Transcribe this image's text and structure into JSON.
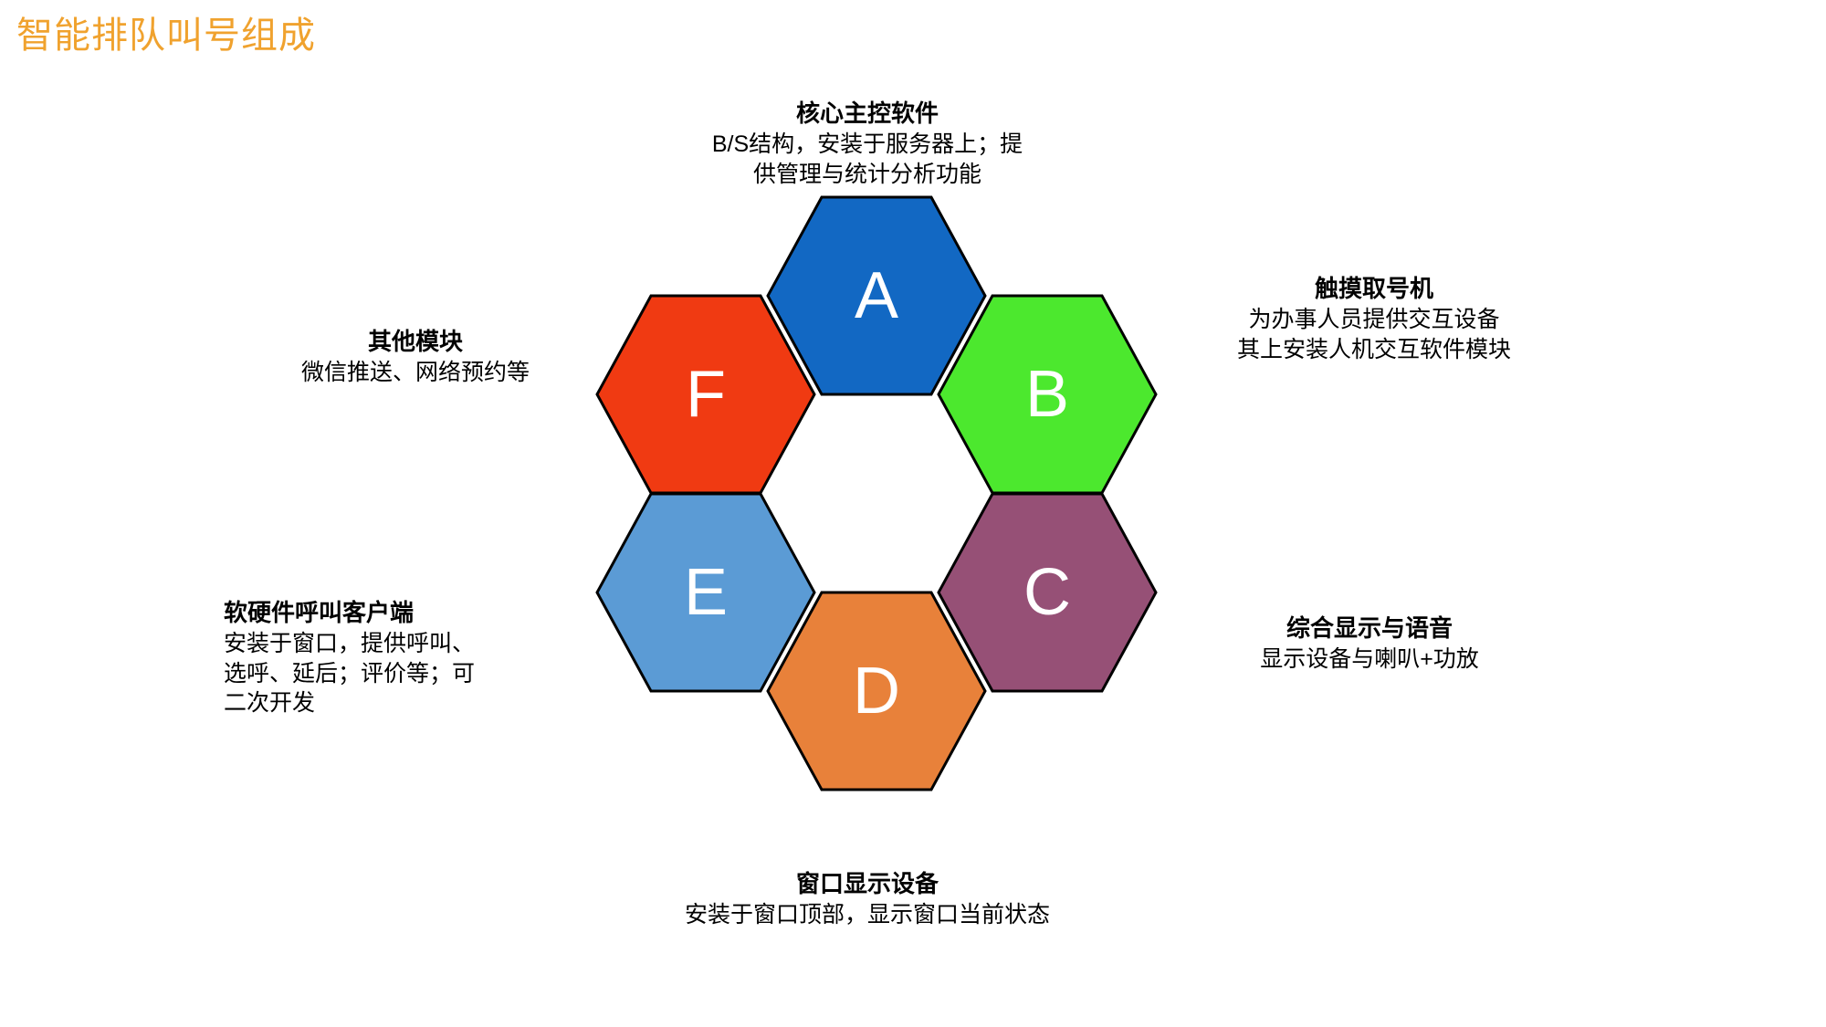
{
  "page": {
    "title": "智能排队叫号组成",
    "title_color": "#F0A22E",
    "background": "#FFFFFF"
  },
  "diagram": {
    "type": "hexagon-ring",
    "outline_color": "#000000",
    "letter_color": "#FFFFFF",
    "nodes": [
      {
        "key": "A",
        "letter": "A",
        "position": "top-center",
        "color": "#1268C3",
        "title": "核心主控软件",
        "desc": "B/S结构，安装于服务器上；提\n供管理与统计分析功能",
        "label_align": "center"
      },
      {
        "key": "B",
        "letter": "B",
        "position": "upper-right",
        "color": "#4CE82E",
        "title": "触摸取号机",
        "desc": "为办事人员提供交互设备\n其上安装人机交互软件模块",
        "label_align": "center"
      },
      {
        "key": "C",
        "letter": "C",
        "position": "lower-right",
        "color": "#965076",
        "title": "综合显示与语音",
        "desc": "显示设备与喇叭+功放",
        "label_align": "center"
      },
      {
        "key": "D",
        "letter": "D",
        "position": "bottom-center",
        "color": "#E8813A",
        "title": "窗口显示设备",
        "desc": "安装于窗口顶部，显示窗口当前状态",
        "label_align": "center"
      },
      {
        "key": "E",
        "letter": "E",
        "position": "lower-left",
        "color": "#5B9BD5",
        "title": "软硬件呼叫客户端",
        "desc": "安装于窗口，提供呼叫、\n选呼、延后；评价等；可\n二次开发",
        "label_align": "left"
      },
      {
        "key": "F",
        "letter": "F",
        "position": "upper-left",
        "color": "#F03A12",
        "title": "其他模块",
        "desc": "微信推送、网络预约等",
        "label_align": "center"
      }
    ]
  }
}
